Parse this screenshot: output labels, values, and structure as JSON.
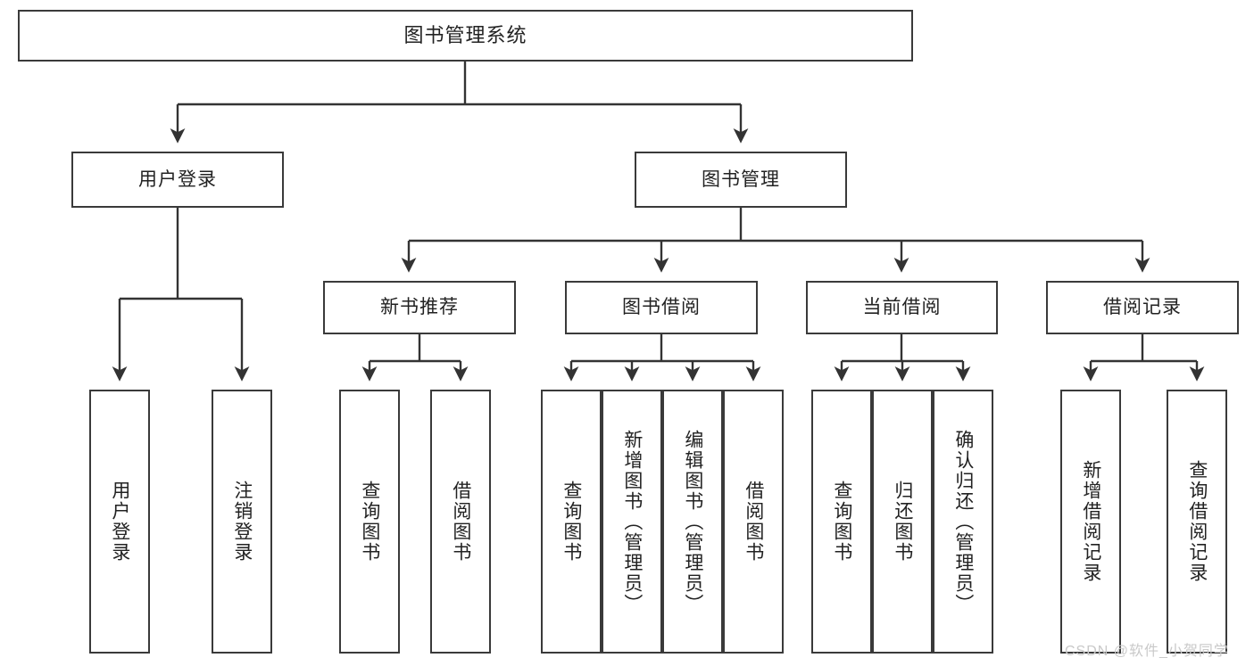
{
  "diagram": {
    "type": "tree",
    "title": "图书管理系统",
    "root": {
      "label": "图书管理系统"
    },
    "level2": [
      {
        "label": "用户登录"
      },
      {
        "label": "图书管理"
      }
    ],
    "level3": [
      {
        "label": "新书推荐"
      },
      {
        "label": "图书借阅"
      },
      {
        "label": "当前借阅"
      },
      {
        "label": "借阅记录"
      }
    ],
    "leaves": [
      {
        "label": "用户登录"
      },
      {
        "label": "注销登录"
      },
      {
        "label": "查询图书"
      },
      {
        "label": "借阅图书"
      },
      {
        "label": "查询图书"
      },
      {
        "label": "新增图书（管理员）"
      },
      {
        "label": "编辑图书（管理员）"
      },
      {
        "label": "借阅图书"
      },
      {
        "label": "查询图书"
      },
      {
        "label": "归还图书"
      },
      {
        "label": "确认归还（管理员）"
      },
      {
        "label": "新增借阅记录"
      },
      {
        "label": "查询借阅记录"
      }
    ],
    "colors": {
      "box_border": "#3a3a3a",
      "connector": "#333333",
      "text": "#222222",
      "background": "#ffffff",
      "watermark": "#c9c9c9"
    }
  },
  "watermark": {
    "text": "CSDN @软件_小贺同学"
  }
}
